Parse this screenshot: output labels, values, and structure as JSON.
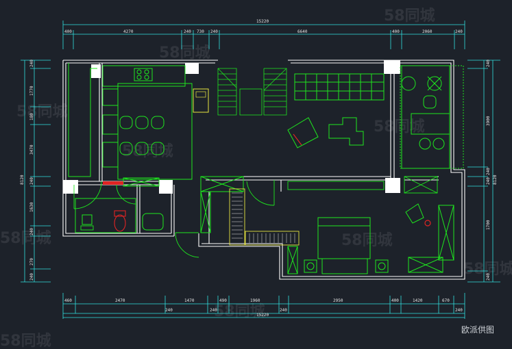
{
  "caption": "欧派供图",
  "watermark": "58同城",
  "dimensions": {
    "top_total": "15220",
    "top": [
      "400",
      "4270",
      "240",
      "730",
      "240",
      "6640",
      "400",
      "2060",
      "240"
    ],
    "bottom": [
      "460",
      "2470",
      "1470",
      "490",
      "1960",
      "2950",
      "400",
      "1420",
      "670"
    ],
    "bottom_inner": [
      "240",
      "240",
      "240",
      "240"
    ],
    "bottom_total": "15220",
    "left_total": "8120",
    "left": [
      "240",
      "1770",
      "180",
      "3470",
      "240",
      "1630",
      "240",
      "270",
      "240"
    ],
    "right_total": "8120",
    "right": [
      "240",
      "3900",
      "240",
      "240",
      "1700",
      "240"
    ]
  },
  "colors": {
    "background": "#1d222a",
    "wall": "#ffffff",
    "furniture": "#1ee81e",
    "dimension": "#32e0e0",
    "accent": "#e02424",
    "stair": "#e8e640"
  }
}
